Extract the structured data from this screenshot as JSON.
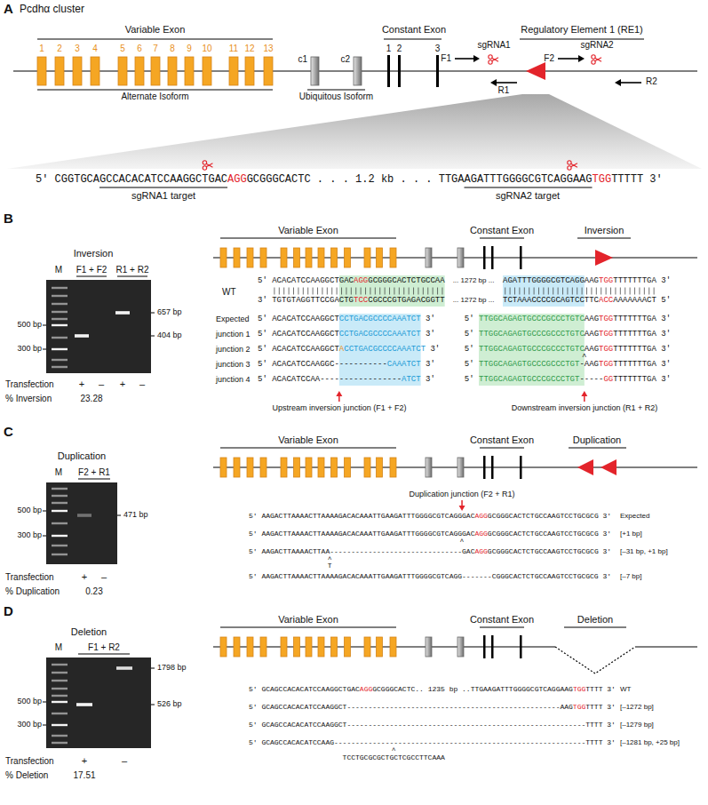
{
  "diagram": {
    "labels": [
      "A",
      "Pcdhα cluster",
      "Variable Exon",
      "1",
      "2",
      "3",
      "4",
      "5",
      "6",
      "7",
      "8",
      "9",
      "10",
      "11",
      "12",
      "13",
      "c1",
      "c2",
      "Constant Exon",
      "1",
      "2",
      "3",
      "Regulatory Element 1 (RE1)",
      "F1",
      "sgRNA1",
      "R1",
      "F2",
      "sgRNA2",
      "R2",
      "Alternate Isoform",
      "Ubiquitous Isoform",
      "5' CGGTGCAGCCACACATCCAAGGCTGACAGGGCGGGCACTC . . . 1.2 kb . . . TTGAAGATTTGGGGCGTCAGGAAGTGGTTTTT 3'",
      "sgRNA1 target",
      "sgRNA2 target",
      "B",
      "Inversion",
      "M",
      "F1 + F2",
      "R1 + R2",
      "500 bp",
      "300 bp",
      "657 bp",
      "404 bp",
      "Transfection",
      "+",
      "–",
      "+",
      "–",
      "% Inversion",
      "23.28",
      "Variable Exon",
      "Constant Exon",
      "Inversion",
      "WT",
      "5' ACACATCCAAGGCTGACAGGGCGGGCACTCTGCCAA",
      "... 1272 bp ...",
      "AGATTTGGGGCGTCAGGAAGTGGTTTTTTTGA 3'",
      "3' TGTGTAGGTTCCGACTGTCCCGCCCGTGAGACGGTT",
      "... 1272 bp ...",
      "TCTAAACCCCGCAGTCCTTCACCAAAAAAACT 5'",
      "Expected",
      "5' ACACATCCAAGGCTCCTGACGCCCCAAATCT 3'",
      "5' TTGGCAGAGTGCCCGCCCTGTCAAGTGGTTTTTTTGA 3'",
      "junction 1",
      "5' ACACATCCAAGGCTCCTGACGCCCCAAATCT 3'",
      "5' TTGGCAGAGTGCCCGCCCTGTCAAGTGGTTTTTTTGA 3'",
      "junction 2",
      "5' ACACATCCAAGGCTACCTGACGCCCCAAATCT 3'",
      "5' TTGGCAGAGTGCCCGCCCTGTCAAGTGGTTTTTTTGA 3'",
      "^",
      "junction 3",
      "5' ACACATCCAAGGC-----------CAAATCT 3'",
      "5' TTGGCAGAGTGCCCGCCCTGT-AAGTGGTTTTTTTGA 3'",
      "junction 4",
      "5' ACACATCCAA-----------------ATCT 3'",
      "5' TTGGCAGAGTGCCCGCCCTGT-----GGTTTTTTTGA 3'",
      "Upstream inversion junction (F1 + F2)",
      "Downstream inversion junction (R1 + R2)",
      "C",
      "Duplication",
      "M",
      "F2 + R1",
      "500 bp",
      "300 bp",
      "471 bp",
      "Transfection",
      "+",
      "–",
      "% Duplication",
      "0.23",
      "Variable Exon",
      "Constant Exon",
      "Duplication",
      "Duplication junction (F2 + R1)",
      "5' AAGACTTAAAACTTAAAAGACACAAATTGAAGATTTGGGGCGTCAGGGACAGGGCGGGCACTCTGCCAAGTCCTGCGCG 3'",
      "Expected",
      "5' AAGACTTAAAACTTAAAAGACACAAATTGAAGATTTGGGGCGTCAGGGACAGGGCGGGCACTCTGCCAAGTCCTGCGCG 3'",
      "^",
      "[+1 bp]",
      "5' AAGACTTAAAACTTAA-------------------------------GACAGGGCGGGCACTCTGCCAAGTCCTGCGCG 3'",
      "^",
      "T",
      "[–31 bp, +1 bp]",
      "5' AAGACTTAAAACTTAAAAGACACAAATTGAAGATTTGGGGCGTCAGG-------CGGGCACTCTGCCAAGTCCTGCGCG 3'",
      "[–7 bp]",
      "D",
      "Deletion",
      "M",
      "F1 + R2",
      "500 bp",
      "300 bp",
      "1798 bp",
      "526 bp",
      "Transfection",
      "+",
      "–",
      "% Deletion",
      "17.51",
      "Variable Exon",
      "Constant Exon",
      "Deletion",
      "5' GCAGCCACACATCCAAGGCTGACAGGGCGGGCACTC.. 1235 bp ..TTGAAGATTTGGGGCGTCAGGAAGTGGTTTT 3'",
      "WT",
      "5' GCAGCCACACATCCAAGGCT--------------------------------------------------AAGTGGTTTT 3'",
      "[–1272 bp]",
      "5' GCAGCCACACATCCAAGGCT--------------------------------------------------------TTTT 3'",
      "[–1279 bp]",
      "5' GCAGCCACACATCCAAG-----------------------------------------------------------TTTT 3'",
      "^",
      "[–1281 bp, +25 bp]",
      "TCCTGCGCGCTGCTCGCCTTCAAA"
    ]
  }
}
